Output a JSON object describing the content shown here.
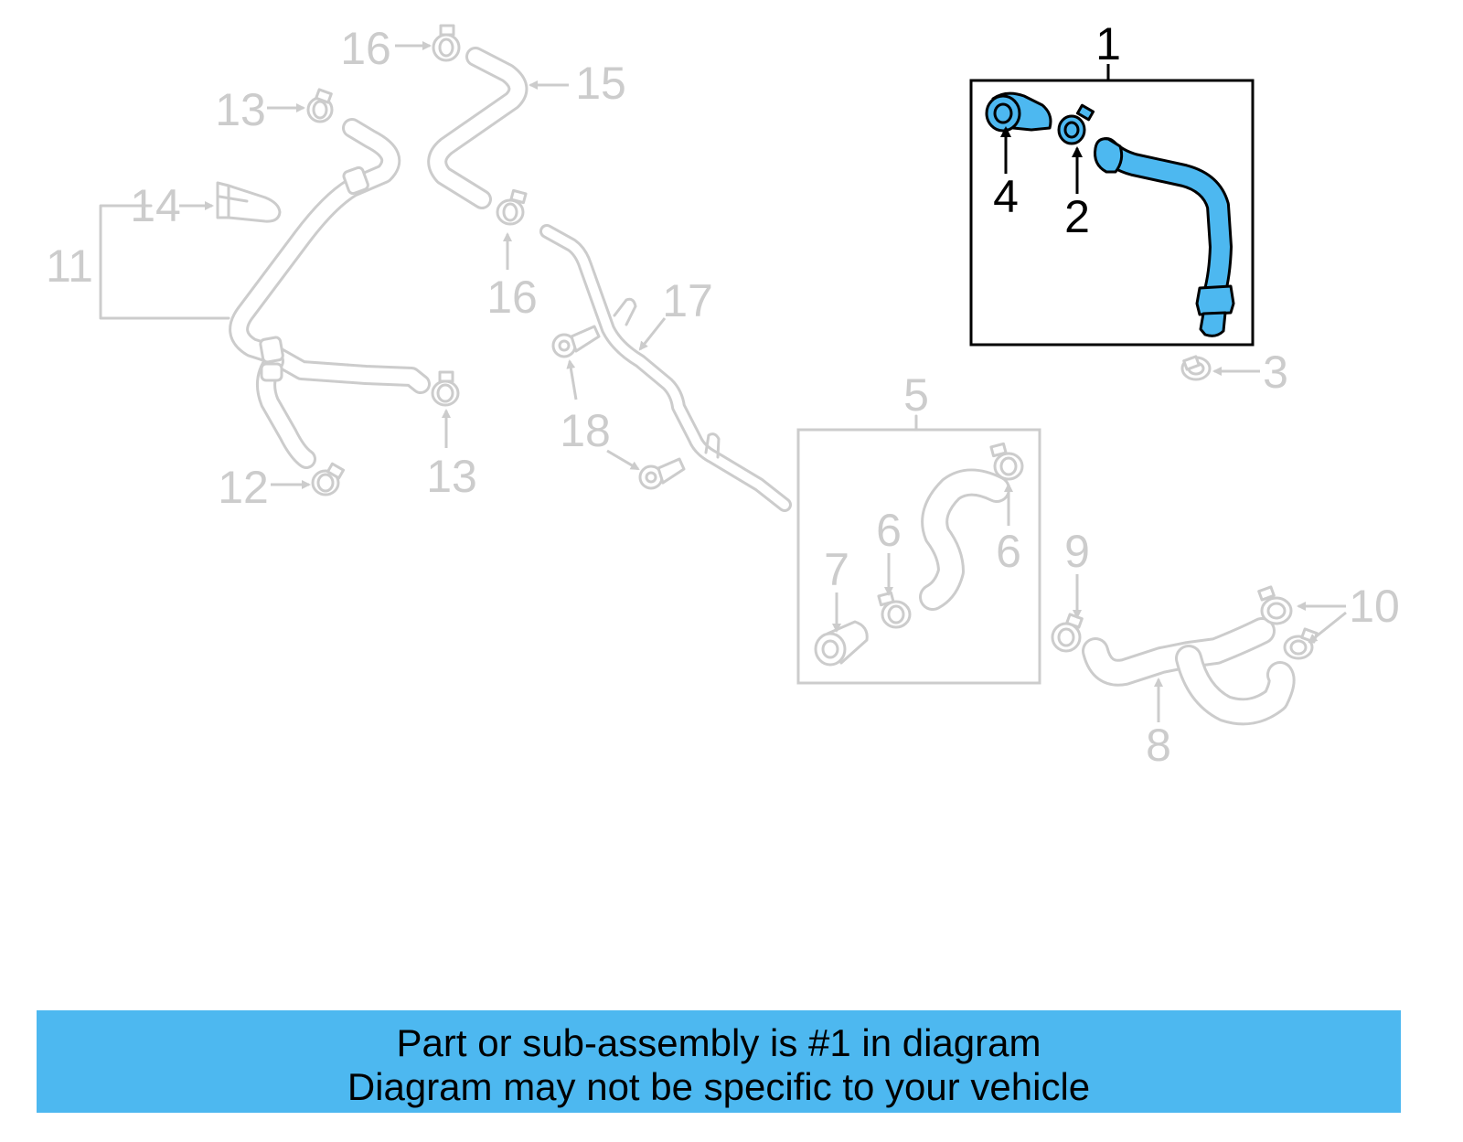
{
  "callouts": {
    "c1": "1",
    "c2": "2",
    "c3": "3",
    "c4": "4",
    "c5": "5",
    "c6a": "6",
    "c6b": "6",
    "c7": "7",
    "c8": "8",
    "c9": "9",
    "c10": "10",
    "c11": "11",
    "c12": "12",
    "c13a": "13",
    "c13b": "13",
    "c14": "14",
    "c15": "15",
    "c16a": "16",
    "c16b": "16",
    "c17": "17",
    "c18": "18"
  },
  "highlight_part": "1",
  "colors": {
    "highlight": "#4db8f0",
    "faded": "#cccccc",
    "active_outline": "#000000"
  },
  "banner": {
    "line1": "Part or sub-assembly is #1 in diagram",
    "line2": "Diagram may not be specific to your vehicle"
  }
}
